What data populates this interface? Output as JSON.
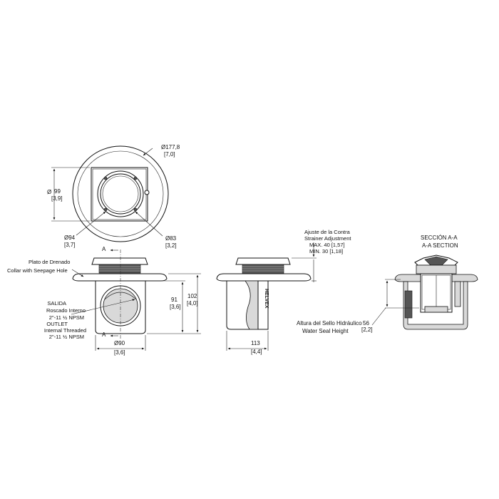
{
  "top_view": {
    "dim_outer_dia": "Ø177,8",
    "dim_outer_dia_in": "[7,0]",
    "dim_square": "99",
    "dim_square_prefix": "Ø",
    "dim_square_in": "[3,9]",
    "dim_left_dia": "Ø94",
    "dim_left_dia_in": "[3,7]",
    "dim_right_dia": "Ø83",
    "dim_right_dia_in": "[3,2]"
  },
  "front_view": {
    "section_mark_top": "A",
    "section_mark_bottom": "A",
    "collar_es": "Plato de Drenado",
    "collar_en": "Collar with Seepage Hole",
    "outlet_es_1": "SALIDA",
    "outlet_es_2": "Roscado Interno",
    "outlet_es_3": "2\"-11 ½ NPSM",
    "outlet_en_1": "OUTLET",
    "outlet_en_2": "Internal Threaded",
    "outlet_en_3": "2\"-11 ½ NPSM",
    "dim_height_91": "91",
    "dim_height_91_in": "[3,6]",
    "dim_height_102": "102",
    "dim_height_102_in": "[4,0]",
    "dim_bottom_dia": "Ø90",
    "dim_bottom_dia_in": "[3,6]"
  },
  "side_view": {
    "adjust_es": "Ajuste de la Contra",
    "adjust_en": "Strainer Adjustment",
    "max_label": "MAX. 40 [1,57]",
    "min_label": "MIN. 30 [1,18]",
    "brand_text": "HELVEX",
    "dim_width": "113",
    "dim_width_in": "[4,4]"
  },
  "section_view": {
    "title_es": "SECCIÓN A-A",
    "title_en": "A-A SECTION",
    "seal_es": "Altura del Sello Hidráulico",
    "seal_value": "56",
    "seal_en": "Water Seal Height",
    "seal_value_in": "[2,2]"
  }
}
